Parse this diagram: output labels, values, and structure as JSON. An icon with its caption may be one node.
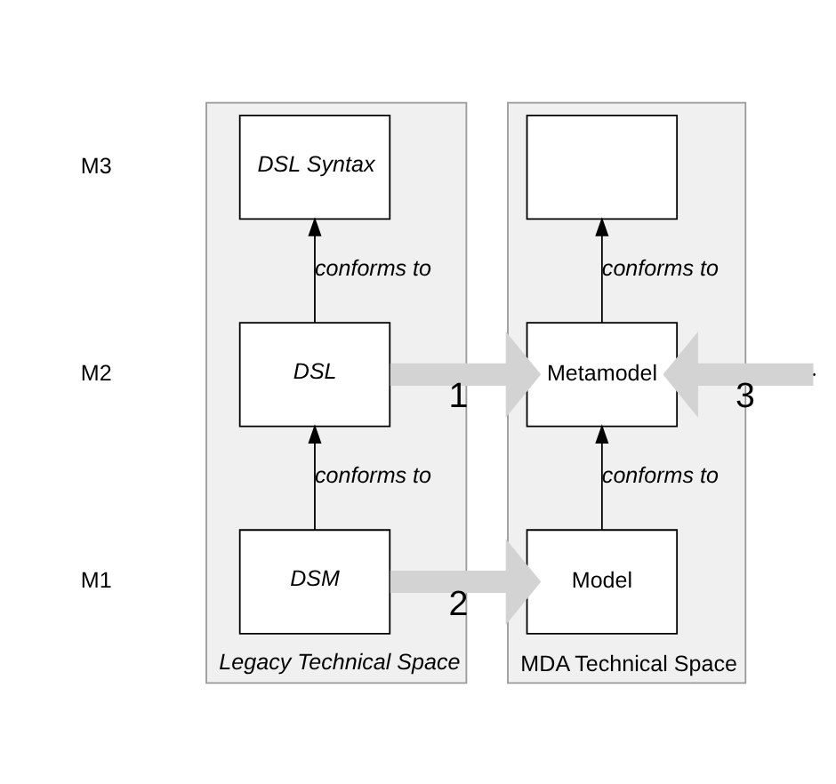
{
  "diagram": {
    "nodes": [
      {
        "text": [
          "Legacy Technical Space"
        ]
      },
      {
        "text": [
          "DSL Syntax"
        ],
        "in": 0
      },
      {
        "text": [
          "DSL"
        ],
        "in": 0
      },
      {
        "text": [
          "DSM"
        ],
        "in": 0
      },
      {
        "text": [
          "MDA Technical Space"
        ]
      },
      {
        "text": [],
        "shape": "box",
        "in": 4
      },
      {
        "text": [
          "Metamodel"
        ],
        "in": 4
      },
      {
        "text": [
          "Model"
        ],
        "in": 4
      }
    ],
    "edges": [
      {
        "from": 2,
        "to": 1,
        "arrow": "to",
        "label": "conforms to"
      },
      {
        "from": 6,
        "to": 5,
        "arrow": "to",
        "label": "conforms to"
      },
      {
        "from": 2,
        "to": 6,
        "arrow": "to",
        "label": "1",
        "style": "thick",
        "color": "#d3d3d3"
      },
      {
        "from": 3,
        "to": 2,
        "arrow": "to",
        "label": "conforms to"
      },
      {
        "from": null,
        "to": 6,
        "arrow": "to",
        "label": "3",
        "style": "thick",
        "color": "#d3d3d3"
      },
      {
        "from": 7,
        "to": 6,
        "arrow": "to",
        "label": "conforms to"
      },
      {
        "from": 3,
        "to": 7,
        "arrow": "to",
        "label": "2",
        "style": "thick",
        "color": "#d3d3d3"
      }
    ],
    "labels": [
      "M3",
      "M2",
      "M1"
    ]
  }
}
